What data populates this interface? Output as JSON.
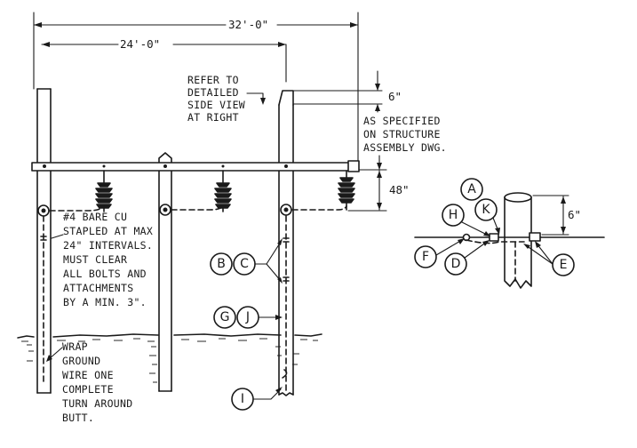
{
  "dimensions": {
    "overall_width": "32'-0\"",
    "inner_width": "24'-0\"",
    "top_offset": "6\"",
    "insulator_drop": "48\"",
    "detail_offset": "6\""
  },
  "notes": {
    "refer": [
      "REFER TO",
      "DETAILED",
      "SIDE VIEW",
      "AT RIGHT"
    ],
    "specified": [
      "AS SPECIFIED",
      "ON STRUCTURE",
      "ASSEMBLY DWG."
    ],
    "ground_wire": [
      "#4 BARE CU",
      "STAPLED AT MAX",
      "24\" INTERVALS.",
      "MUST CLEAR",
      "ALL BOLTS AND",
      "ATTACHMENTS",
      "BY A MIN. 3\"."
    ],
    "wrap": [
      "WRAP",
      "GROUND",
      "WIRE ONE",
      "COMPLETE",
      "TURN AROUND",
      "BUTT."
    ]
  },
  "callouts": {
    "A": "A",
    "B": "B",
    "C": "C",
    "D": "D",
    "E": "E",
    "F": "F",
    "G": "G",
    "H": "H",
    "I": "I",
    "J": "J",
    "K": "K"
  }
}
